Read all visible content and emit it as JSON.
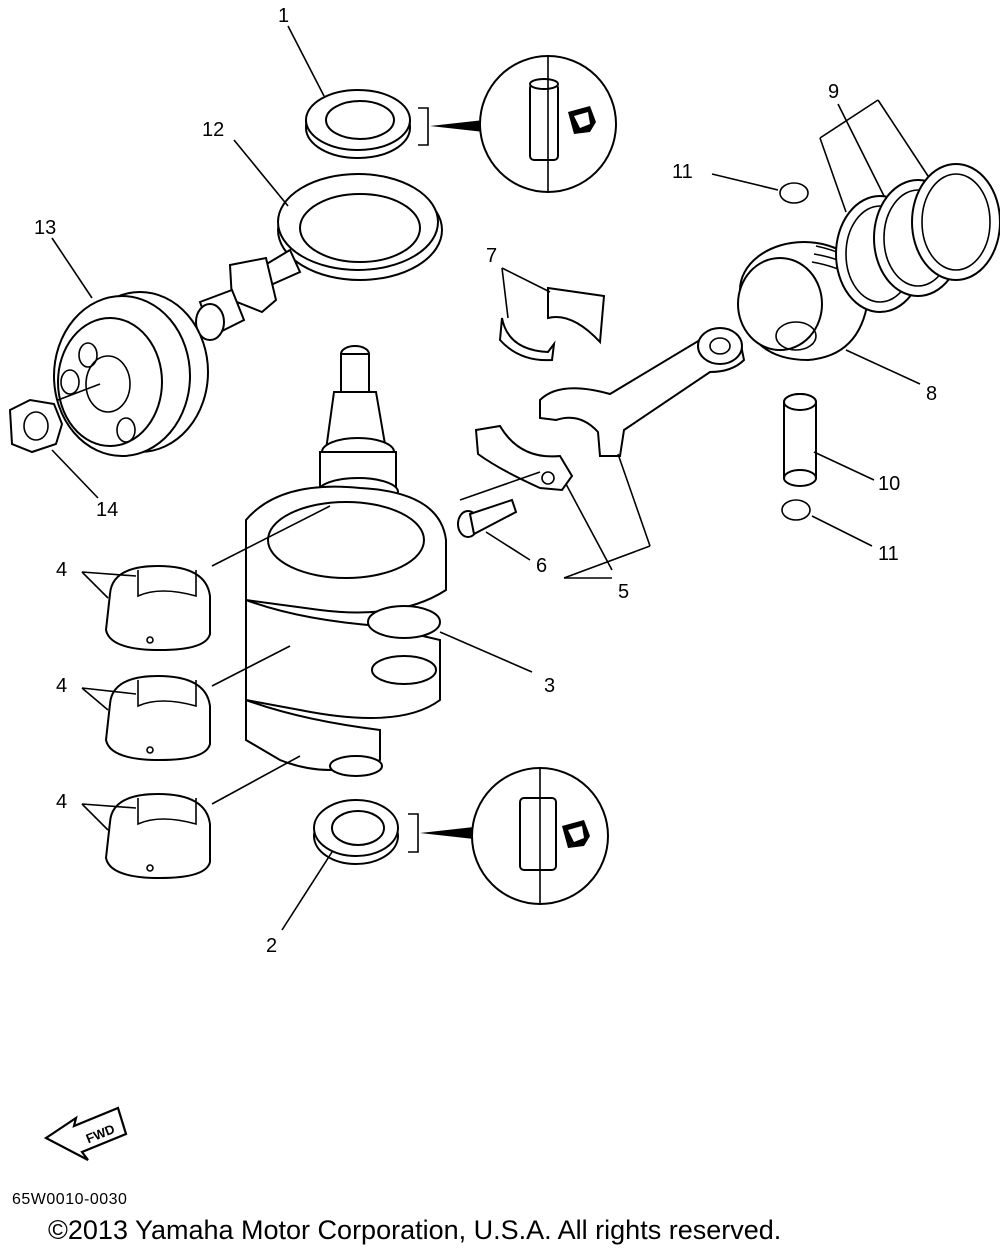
{
  "diagram": {
    "callouts": [
      "1",
      "2",
      "3",
      "4",
      "4",
      "4",
      "5",
      "6",
      "7",
      "8",
      "9",
      "10",
      "11",
      "11",
      "12",
      "13",
      "14"
    ],
    "direction_label": "FWD",
    "drawing_code": "65W0010-0030",
    "copyright": "©2013 Yamaha Motor Corporation, U.S.A. All rights reserved."
  }
}
